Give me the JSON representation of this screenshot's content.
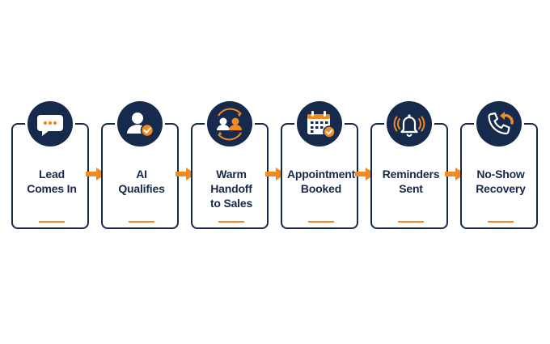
{
  "colors": {
    "navy": "#152a4c",
    "border": "#17294a",
    "accent": "#f28a22",
    "background": "#ffffff"
  },
  "steps": [
    {
      "label": "Lead\nComes In",
      "icon": "chat-bubble-icon"
    },
    {
      "label": "AI\nQualifies",
      "icon": "user-check-icon"
    },
    {
      "label": "Warm\nHandoff\nto Sales",
      "icon": "handoff-icon"
    },
    {
      "label": "Appointment\nBooked",
      "icon": "calendar-check-icon"
    },
    {
      "label": "Reminders\nSent",
      "icon": "bell-icon"
    },
    {
      "label": "No-Show\nRecovery",
      "icon": "phone-callback-icon"
    }
  ]
}
